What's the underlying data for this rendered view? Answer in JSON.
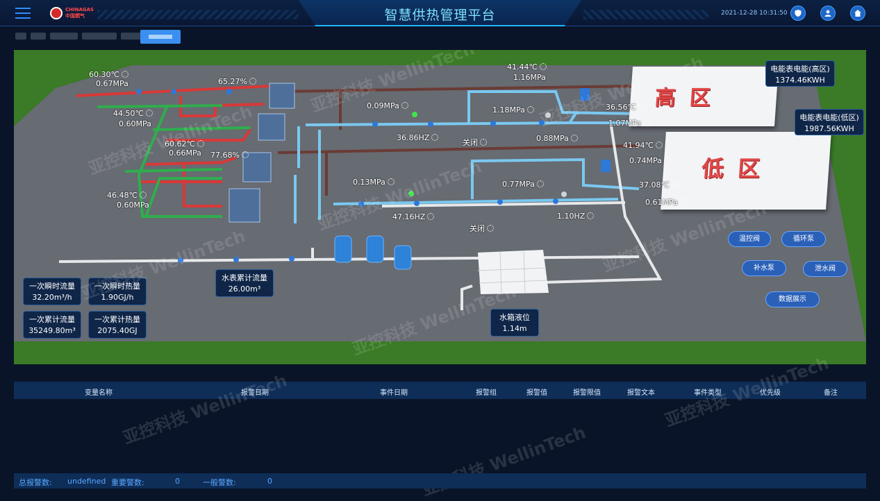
{
  "header": {
    "title": "智慧供热管理平台",
    "datetime": "2021-12-28 10:31:50",
    "logo_en": "CHINAGAS",
    "logo_cn": "中国燃气",
    "icons": [
      "shield-icon",
      "user-icon",
      "home-icon"
    ]
  },
  "scene": {
    "labels": {
      "t1": "60.30℃",
      "p1": "0.67MPa",
      "pct1": "65.27%",
      "t2": "44.50℃",
      "p2": "0.60MPa",
      "t3": "60.62℃",
      "p3": "0.66MPa",
      "pct2": "77.68%",
      "t4": "46.48℃",
      "p4": "0.60MPa",
      "m1": "0.09MPa",
      "m2": "1.18MPa",
      "hz1": "36.86HZ",
      "close1": "关闭",
      "m3": "0.88MPa",
      "hi_t": "41.44℃",
      "hi_p": "1.16MPa",
      "hi_t2": "36.56℃",
      "hi_p2": "1.07MPa",
      "lo_t": "41.94℃",
      "lo_p": "0.74MPa",
      "lo_t2": "37.08℃",
      "lo_p2": "0.61MPa",
      "m4": "0.13MPa",
      "m5": "0.77MPa",
      "hz2": "47.16HZ",
      "close2": "关闭",
      "hz3": "1.10HZ"
    },
    "zones": {
      "high": "高区",
      "low": "低区"
    },
    "meters": {
      "high": {
        "title": "电能表电能(高区)",
        "value": "1374.46KWH"
      },
      "low": {
        "title": "电能表电能(低区)",
        "value": "1987.56KWH"
      },
      "water_total": {
        "title": "水表累计流量",
        "value": "26.00m³"
      },
      "tank_level": {
        "title": "水箱液位",
        "value": "1.14m"
      },
      "flow_now": {
        "title": "一次瞬时流量",
        "value": "32.20m³/h"
      },
      "heat_now": {
        "title": "一次瞬时热量",
        "value": "1.90GJ/h"
      },
      "flow_total": {
        "title": "一次累计流量",
        "value": "35249.80m³"
      },
      "heat_total": {
        "title": "一次累计热量",
        "value": "2075.40GJ"
      }
    },
    "buttons": {
      "temp_valve": "温控阀",
      "circ_pump": "循环泵",
      "makeup_pump": "补水泵",
      "drain_valve": "泄水阀",
      "data_show": "数据展示"
    },
    "watermark": "亚控科技 WellinTech"
  },
  "table": {
    "columns": [
      "变量名称",
      "报警日期",
      "事件日期",
      "报警组",
      "报警值",
      "报警限值",
      "报警文本",
      "事件类型",
      "优先级",
      "备注"
    ]
  },
  "footer": {
    "total_label": "总报警数:",
    "total_value": "undefined",
    "important_label": "重要警数:",
    "important_value": "0",
    "normal_label": "一般警数:",
    "normal_value": "0"
  }
}
